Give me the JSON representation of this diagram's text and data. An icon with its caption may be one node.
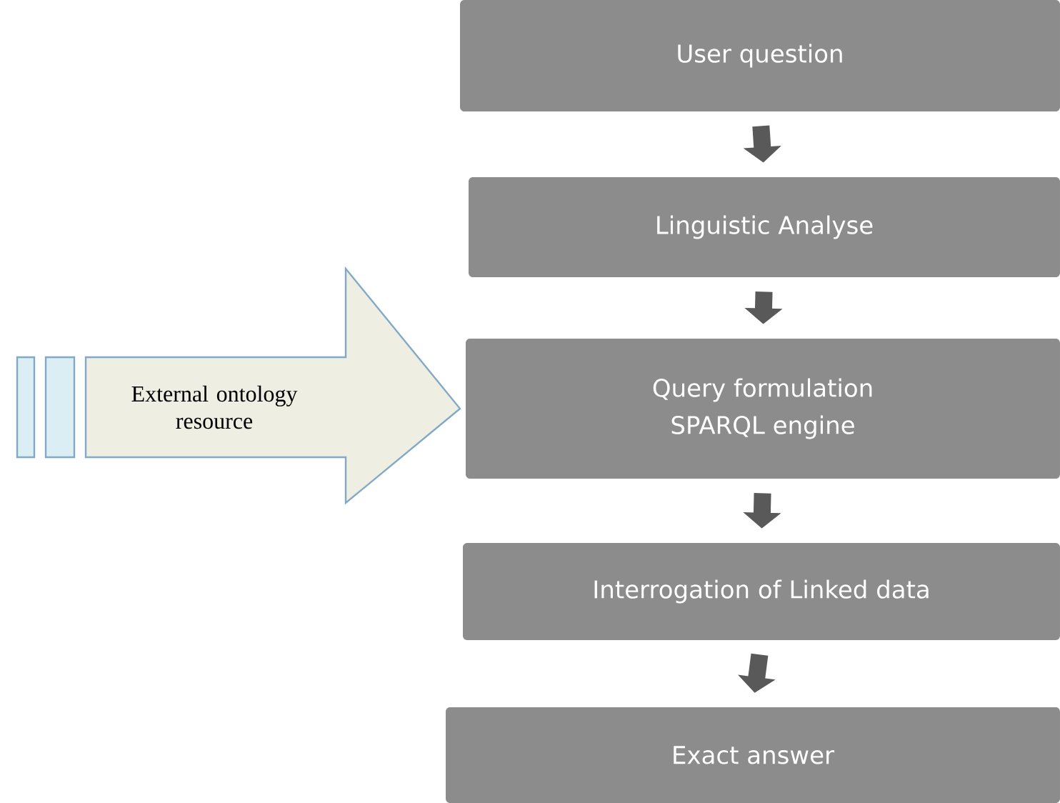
{
  "diagram": {
    "nodes": [
      {
        "text": [
          "User question"
        ]
      },
      {
        "text": [
          "Linguistic Analyse"
        ]
      },
      {
        "text": [
          "Query formulation",
          "SPARQL engine"
        ]
      },
      {
        "text": [
          "Interrogation of Linked data"
        ]
      },
      {
        "text": [
          "Exact answer"
        ]
      },
      {
        "text": [
          "External ontology resource"
        ]
      }
    ],
    "edges": [
      {
        "from": 0,
        "to": 1,
        "arrow": "to"
      },
      {
        "from": 1,
        "to": 2,
        "arrow": "to"
      },
      {
        "from": 2,
        "to": 3,
        "arrow": "to"
      },
      {
        "from": 3,
        "to": 4,
        "arrow": "to"
      }
    ]
  }
}
